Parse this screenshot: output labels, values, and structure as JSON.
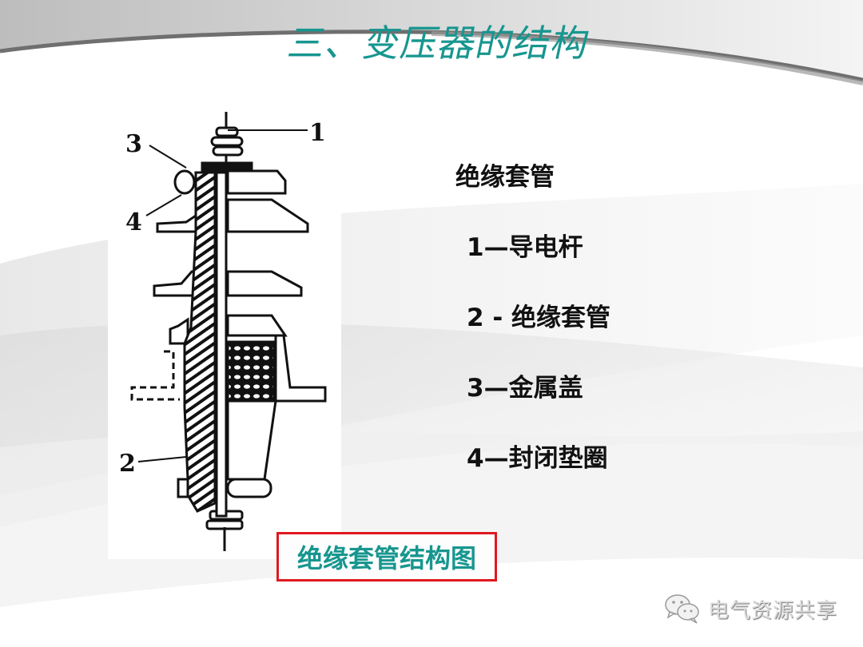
{
  "slide": {
    "title": "三、变压器的结构",
    "title_color": "#17968f"
  },
  "diagram": {
    "subject": "insulating-bushing",
    "labels": [
      "1",
      "2",
      "3",
      "4"
    ]
  },
  "legend": {
    "heading": "绝缘套管",
    "items": [
      {
        "label": "1—导电杆"
      },
      {
        "label": "2 - 绝缘套管"
      },
      {
        "label": "3—金属盖"
      },
      {
        "label": "4—封闭垫圈"
      }
    ]
  },
  "caption": {
    "text": "绝缘套管结构图",
    "text_color": "#17968f",
    "border_color": "#e0181e"
  },
  "watermark": {
    "icon": "wechat-icon",
    "text": "电气资源共享"
  }
}
